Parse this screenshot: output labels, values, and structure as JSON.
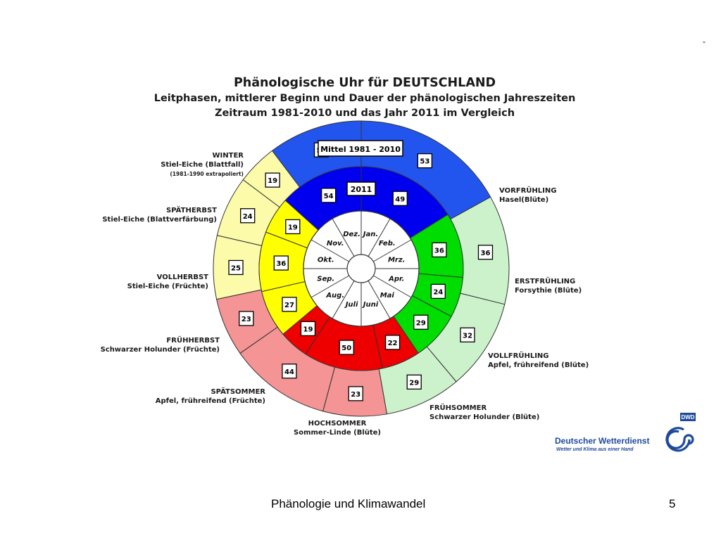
{
  "slide": {
    "corner_mark": "-",
    "footer_title": "Phänologie und Klimawandel",
    "page_number": "5"
  },
  "diagram": {
    "title": "Phänologische Uhr für  DEUTSCHLAND",
    "subtitle1": "Leitphasen, mittlerer Beginn und Dauer der phänologischen Jahreszeiten",
    "subtitle2": "Zeitraum 1981-2010  und das Jahr 2011 im Vergleich",
    "outer_ring_label": "Mittel 1981 - 2010",
    "inner_ring_label": "2011",
    "months": [
      "Jan.",
      "Feb.",
      "Mrz.",
      "Apr.",
      "Mai",
      "Juni",
      "Juli",
      "Aug.",
      "Sep.",
      "Okt.",
      "Nov.",
      "Dez."
    ],
    "seasons": [
      {
        "key": "vorfruehling",
        "name": "VORFRÜHLING",
        "phase": "Hasel(Blüte)",
        "mean_days": "36",
        "days_2011": "36",
        "color_mean": "#ccf2cc",
        "color_2011": "#00dd00"
      },
      {
        "key": "erstfruehling",
        "name": "ERSTFRÜHLING",
        "phase": "Forsythie (Blüte)",
        "mean_days": "32",
        "days_2011": "24",
        "color_mean": "#ccf2cc",
        "color_2011": "#00dd00"
      },
      {
        "key": "vollfruehling",
        "name": "VOLLFRÜHLING",
        "phase": "Apfel, frühreifend (Blüte)",
        "mean_days": "29",
        "days_2011": "29",
        "color_mean": "#ccf2cc",
        "color_2011": "#00dd00"
      },
      {
        "key": "fruehsommer",
        "name": "FRÜHSOMMER",
        "phase": "Schwarzer Holunder (Blüte)",
        "mean_days": "23",
        "days_2011": "22",
        "color_mean": "#f49494",
        "color_2011": "#ee0000"
      },
      {
        "key": "hochsommer",
        "name": "HOCHSOMMER",
        "phase": "Sommer-Linde (Blüte)",
        "mean_days": "44",
        "days_2011": "50",
        "color_mean": "#f49494",
        "color_2011": "#ee0000"
      },
      {
        "key": "spaetsommer",
        "name": "SPÄTSOMMER",
        "phase": "Apfel, frühreifend (Früchte)",
        "mean_days": "23",
        "days_2011": "19",
        "color_mean": "#f49494",
        "color_2011": "#ee0000"
      },
      {
        "key": "fruehherbst",
        "name": "FRÜHHERBST",
        "phase": "Schwarzer Holunder (Früchte)",
        "mean_days": "25",
        "days_2011": "27",
        "color_mean": "#fbfbaa",
        "color_2011": "#ffff00"
      },
      {
        "key": "vollherbst",
        "name": "VOLLHERBST",
        "phase": "Stiel-Eiche (Früchte)",
        "mean_days": "24",
        "days_2011": "36",
        "color_mean": "#fbfbaa",
        "color_2011": "#ffff00"
      },
      {
        "key": "spaetherbst",
        "name": "SPÄTHERBST",
        "phase": "Stiel-Eiche (Blattverfärbung)",
        "mean_days": "19",
        "days_2011": "19",
        "color_mean": "#fbfbaa",
        "color_2011": "#ffff00"
      },
      {
        "key": "winter",
        "name": "WINTER",
        "phase": "Stiel-Eiche (Blattfall)",
        "note": "(1981-1990 extrapoliert)",
        "mean_days": "57",
        "days_2011": "54",
        "color_mean": "#2255ee",
        "color_2011": "#0000ee"
      },
      {
        "key": "winter_b",
        "mean_days": "53",
        "days_2011": "49",
        "color_mean": "#2255ee",
        "color_2011": "#0000ee"
      }
    ]
  },
  "logo": {
    "name": "Deutscher Wetterdienst",
    "tagline": "Wetter und Klima aus einer Hand",
    "badge": "DWD",
    "color": "#1f4a9c"
  }
}
